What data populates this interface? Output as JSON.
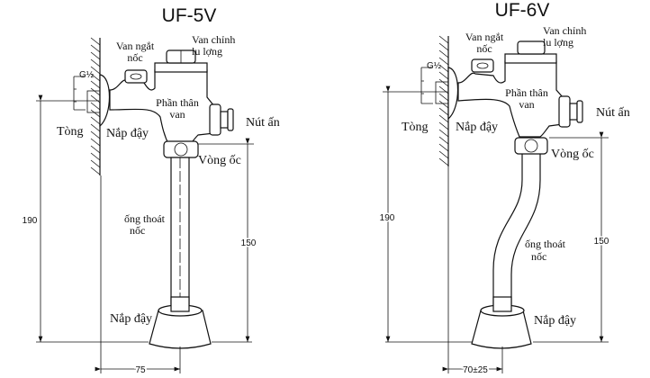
{
  "left": {
    "title": "UF-5V",
    "van_ngat_1": "Van ngắt",
    "van_ngat_2": "nốc",
    "van_chinh_1": "Van chỉnh",
    "van_chinh_2": "lu lợng",
    "g": "G½",
    "tong": "Tòng",
    "nap_day_top": "Nắp đậy",
    "phan_than_1": "Phần thân",
    "phan_than_2": "van",
    "nut_an": "Nút ấn",
    "vong_oc": "Vòng ốc",
    "ong_thoat_1": "ống thoát",
    "ong_thoat_2": "nốc",
    "nap_day_bottom": "Nắp đậy",
    "dim_height": "190",
    "dim_pipe": "150",
    "dim_offset": "75"
  },
  "right": {
    "title": "UF-6V",
    "van_ngat_1": "Van ngắt",
    "van_ngat_2": "nốc",
    "van_chinh_1": "Van chỉnh",
    "van_chinh_2": "lu lợng",
    "g": "G½",
    "tong": "Tòng",
    "nap_day_top": "Nắp đậy",
    "phan_than_1": "Phần thân",
    "phan_than_2": "van",
    "nut_an": "Nút ấn",
    "vong_oc": "Vòng ốc",
    "ong_thoat_1": "ống thoát",
    "ong_thoat_2": "nốc",
    "nap_day_bottom": "Nắp đậy",
    "dim_height": "190",
    "dim_pipe": "150",
    "dim_offset": "70±25"
  }
}
